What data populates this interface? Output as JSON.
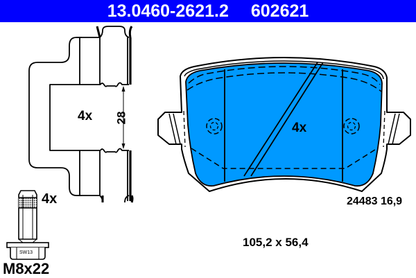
{
  "header": {
    "part_number": "13.0460-2621.2",
    "ref_number": "602621",
    "background_color": "#0000ff",
    "text_color": "#ffffff"
  },
  "bracket": {
    "quantity_label": "4x",
    "dimension_label": "28"
  },
  "bolt": {
    "quantity_label": "4x",
    "wrench_size_label": "SW13",
    "size_label": "M8x22"
  },
  "pad": {
    "quantity_label": "4x",
    "wva_and_thickness_label": "24483 16,9",
    "dimensions_label": "105,2 x 56,4",
    "fill_color": "#0099ff"
  }
}
